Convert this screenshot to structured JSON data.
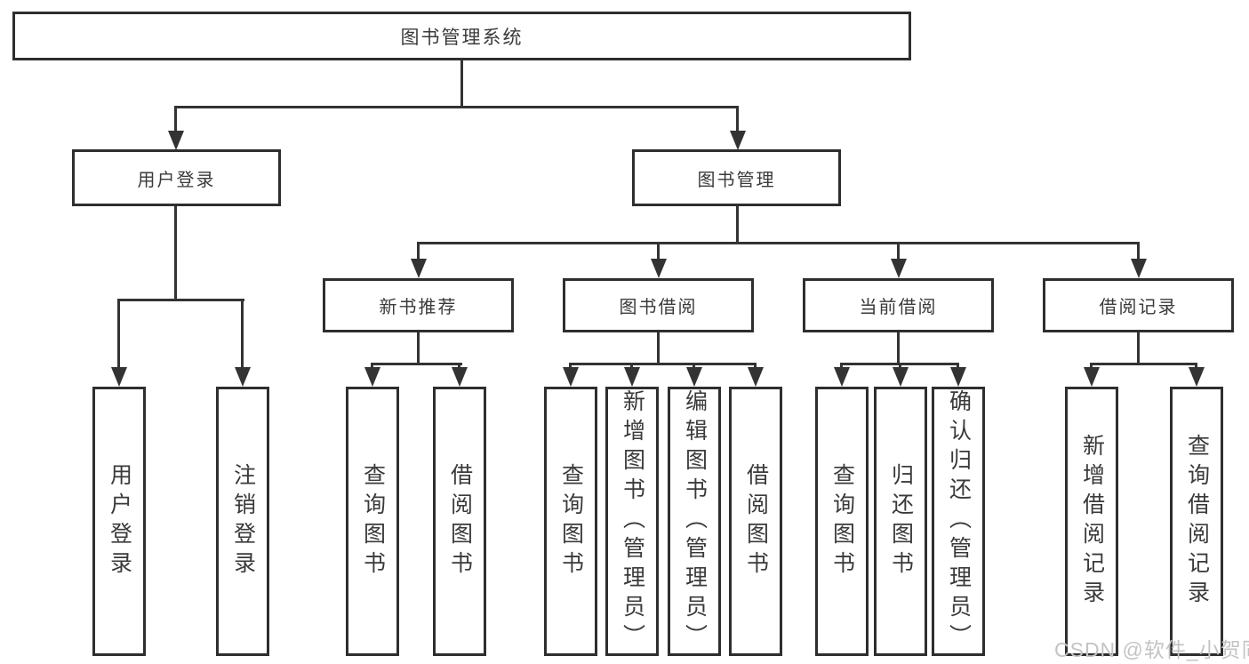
{
  "colors": {
    "background": "#ffffff",
    "line": "#333333",
    "box_border": "#2e2e2e",
    "text": "#3a3a3a",
    "watermark": "#c3c3c3"
  },
  "nodes": {
    "root": {
      "label": "图书管理系统"
    },
    "login": {
      "label": "用户登录",
      "children": [
        "用户登录",
        "注销登录"
      ]
    },
    "manage": {
      "label": "图书管理"
    },
    "recommend": {
      "label": "新书推荐",
      "children": [
        "查询图书",
        "借阅图书"
      ]
    },
    "borrowing": {
      "label": "图书借阅",
      "children": [
        "查询图书",
        "新增图书（管理员）",
        "编辑图书（管理员）",
        "借阅图书"
      ]
    },
    "current": {
      "label": "当前借阅",
      "children": [
        "查询图书",
        "归还图书",
        "确认归还（管理员）"
      ]
    },
    "records": {
      "label": "借阅记录",
      "children": [
        "新增借阅记录",
        "查询借阅记录"
      ]
    }
  },
  "watermark": {
    "text": "CSDN @软件_小贺同学"
  }
}
